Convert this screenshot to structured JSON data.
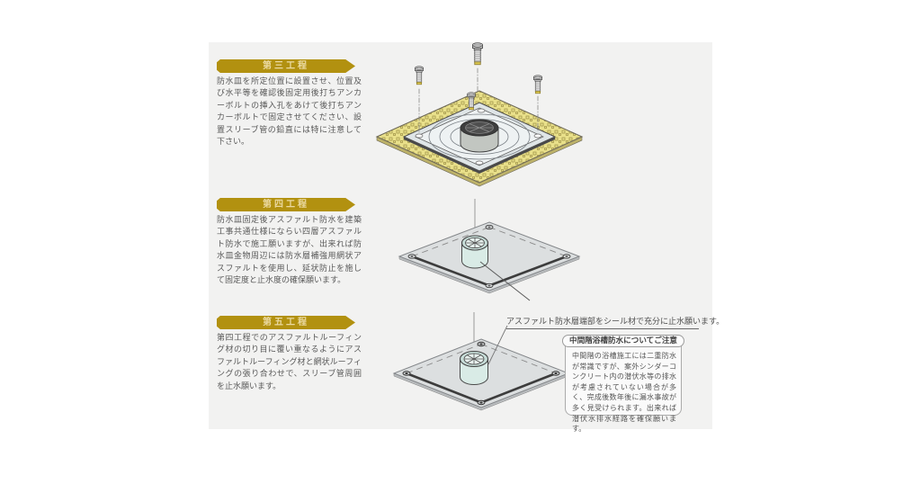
{
  "document": {
    "type": "waterproof-pan-installation-instructions",
    "language": "ja"
  },
  "colors": {
    "panel_bg": "#f2f2f1",
    "banner_gold": "#b29110",
    "banner_text": "#ead9a0",
    "body_text": "#595959",
    "hatch_yellow": "#e9e08a",
    "hatch_line": "#a2954a",
    "plate_grey": "#dcdfe0",
    "pan_light": "#eef2f3",
    "sleeve_teal": "#d9ebe6",
    "bolt_tip_yellow": "#ddc94f"
  },
  "sections": [
    {
      "id": "step3",
      "title": "第三工程",
      "body": "防水皿を所定位置に設置させ、位置及び水平等を確認後固定用後打ちアンカーボルトの挿入孔をあけて後打ちアンカーボルトで固定させてください、設置スリーブ管の鉛直には特に注意して下さい。"
    },
    {
      "id": "step4",
      "title": "第四工程",
      "body": "防水皿固定後アスファルト防水を建築工事共通仕様にならい四層アスファルト防水で施工願いますが、出来れば防水皿金物周辺には防水層補強用網状アスファルトを使用し、延状防止を施して固定度と止水度の確保願います。"
    },
    {
      "id": "step5",
      "title": "第五工程",
      "body": "第四工程でのアスファルトルーフィング材の切り目に覆い重なるようにアスファルトルーフィング材と網状ルーフィングの張り合わせで、スリーブ管周囲を止水願います。"
    }
  ],
  "callout": {
    "label": "アスファルト防水層端部をシール材で充分に止水願います。"
  },
  "note_box": {
    "title": "中間階浴槽防水についてご注意",
    "body": "中間階の浴槽施工には二重防水が常識ですが、案外シンダーコンクリート内の潜伏水等の排水が考慮されていない場合が多く、完成後数年後に漏水事故が多く見受けられます。出来れば潜伏水排水経路を確保願います。"
  },
  "diagrams": [
    {
      "id": "step3-diagram",
      "description": "anchor bolts being lowered onto waterproof pan set in hatched mortar bed"
    },
    {
      "id": "step4-diagram",
      "description": "asphalt waterproofing layer over fixed pan with sleeve pipe"
    },
    {
      "id": "step5-diagram",
      "description": "roofing sheet overlay sealed around sleeve pipe"
    }
  ]
}
